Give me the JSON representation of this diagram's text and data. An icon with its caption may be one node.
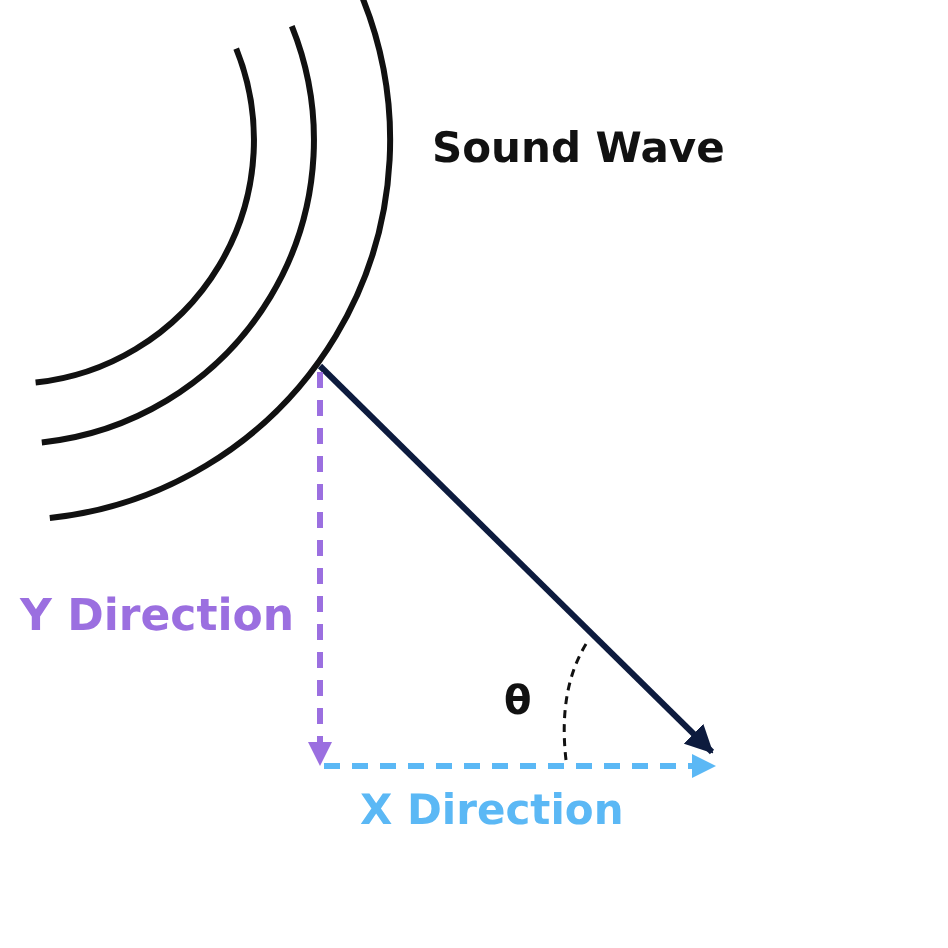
{
  "diagram": {
    "labels": [
      "Sound Wave",
      "Y Direction",
      "X Direction",
      "θ"
    ]
  }
}
